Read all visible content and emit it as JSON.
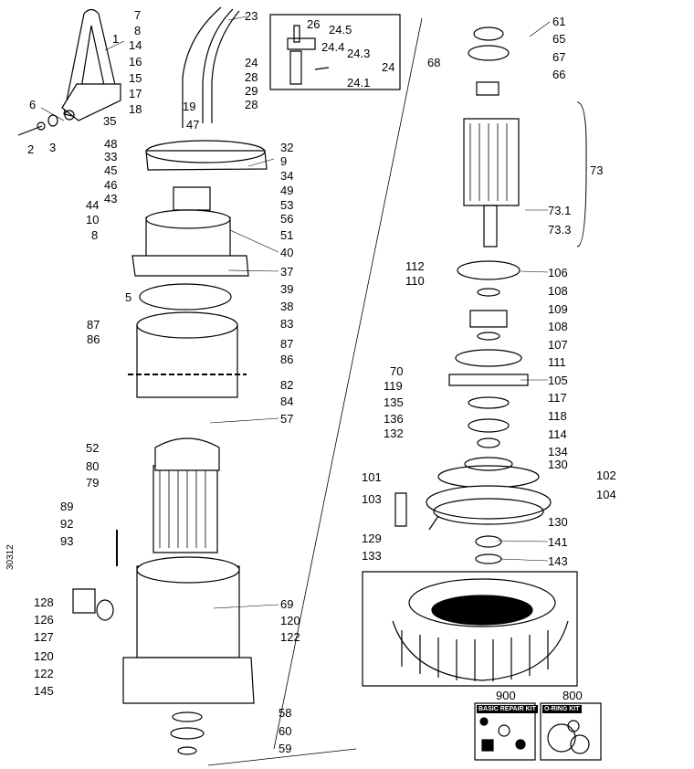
{
  "side_code": "30312",
  "labels": {
    "l1": "1",
    "l2": "2",
    "l3": "3",
    "l5": "5",
    "l6": "6",
    "l7": "7",
    "l8a": "8",
    "l8b": "8",
    "l9": "9",
    "l10": "10",
    "l14": "14",
    "l15": "15",
    "l16": "16",
    "l17": "17",
    "l18": "18",
    "l19": "19",
    "l23": "23",
    "l24a": "24",
    "l24b": "24",
    "l241": "24.1",
    "l243": "24.3",
    "l244": "24.4",
    "l245": "24.5",
    "l26": "26",
    "l28a": "28",
    "l28b": "28",
    "l29": "29",
    "l32": "32",
    "l33": "33",
    "l34": "34",
    "l35": "35",
    "l37": "37",
    "l38": "38",
    "l39": "39",
    "l40": "40",
    "l43": "43",
    "l44": "44",
    "l45": "45",
    "l46": "46",
    "l47": "47",
    "l48": "48",
    "l49": "49",
    "l51": "51",
    "l52": "52",
    "l53": "53",
    "l56": "56",
    "l57": "57",
    "l58": "58",
    "l59": "59",
    "l60": "60",
    "l61": "61",
    "l65": "65",
    "l66": "66",
    "l67": "67",
    "l68": "68",
    "l69": "69",
    "l70": "70",
    "l73": "73",
    "l731": "73.1",
    "l733": "73.3",
    "l79": "79",
    "l80": "80",
    "l82": "82",
    "l83": "83",
    "l84": "84",
    "l86a": "86",
    "l86b": "86",
    "l87a": "87",
    "l87b": "87",
    "l89": "89",
    "l92": "92",
    "l93": "93",
    "l101": "101",
    "l102": "102",
    "l103": "103",
    "l104": "104",
    "l105": "105",
    "l106": "106",
    "l107": "107",
    "l108a": "108",
    "l108b": "108",
    "l109": "109",
    "l110": "110",
    "l111": "111",
    "l112": "112",
    "l114": "114",
    "l117": "117",
    "l118": "118",
    "l119": "119",
    "l120a": "120",
    "l120b": "120",
    "l122a": "122",
    "l122b": "122",
    "l126": "126",
    "l127": "127",
    "l128": "128",
    "l129": "129",
    "l130a": "130",
    "l130b": "130",
    "l132": "132",
    "l133": "133",
    "l134": "134",
    "l135": "135",
    "l136": "136",
    "l141": "141",
    "l143": "143",
    "l145": "145",
    "l800": "800",
    "l900": "900"
  },
  "kits": {
    "basic_repair": "BASIC REPAIR KIT",
    "o_ring": "O-RING KIT"
  }
}
